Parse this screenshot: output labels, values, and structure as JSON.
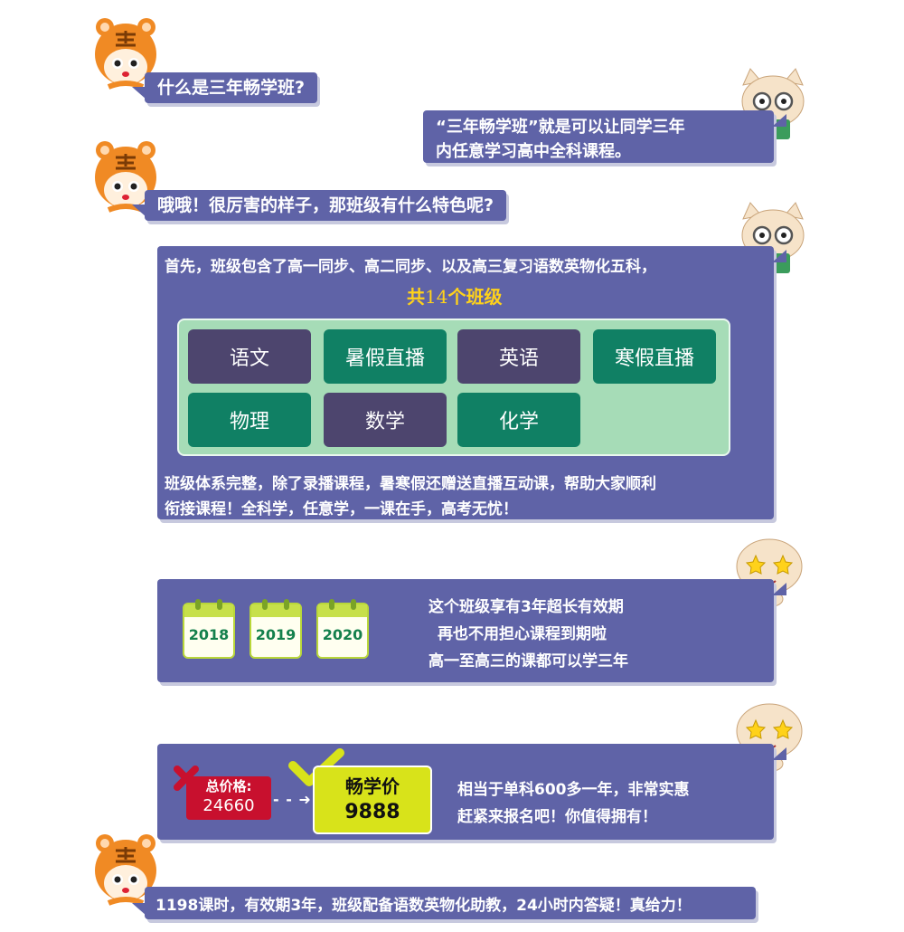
{
  "chat": {
    "q1": "什么是三年畅学班?",
    "a1_line1": "“三年畅学班”就是可以让同学三年",
    "a1_line2": "内任意学习高中全科课程。",
    "q2": "哦哦！很厉害的样子，那班级有什么特色呢?",
    "intro_line": "首先，班级包含了高一同步、高二同步、以及高三复习语数英物化五科，",
    "total_prefix": "共",
    "total_number": "14",
    "total_suffix": "个班级",
    "system_line1": "班级体系完整，除了录播课程，暑寒假还赠送直播互动课，帮助大家顺利",
    "system_line2": "衔接课程！全科学，任意学，一课在手，高考无忧！",
    "validity_line1": "这个班级享有3年超长有效期",
    "validity_line2": "再也不用担心课程到期啦",
    "validity_line3": "高一至高三的课都可以学三年",
    "price_line1": "相当于单科600多一年，非常实惠",
    "price_line2": "赶紧来报名吧！你值得拥有！",
    "final_line": "1198课时，有效期3年，班级配备语数英物化助教，24小时内答疑！真给力！"
  },
  "subjects": [
    "语文",
    "暑假直播",
    "英语",
    "寒假直播",
    "物理",
    "数学",
    "化学"
  ],
  "years": [
    "2018",
    "2019",
    "2020"
  ],
  "price": {
    "old_label": "总价格:",
    "old_value": "24660",
    "new_label": "畅学价",
    "new_value": "9888"
  },
  "colors": {
    "bubble": "#5f63a7",
    "tile_purple": "#4d456e",
    "tile_green": "#108064",
    "highlight": "#ffd21a",
    "new_price_bg": "#d8e31a",
    "old_price_bg": "#c8102e"
  },
  "icons": [
    "tiger-avatar-icon",
    "cat-glasses-avatar-icon",
    "cat-star-eyes-avatar-icon",
    "calendar-icon",
    "cross-icon",
    "check-icon",
    "arrow-icon"
  ]
}
